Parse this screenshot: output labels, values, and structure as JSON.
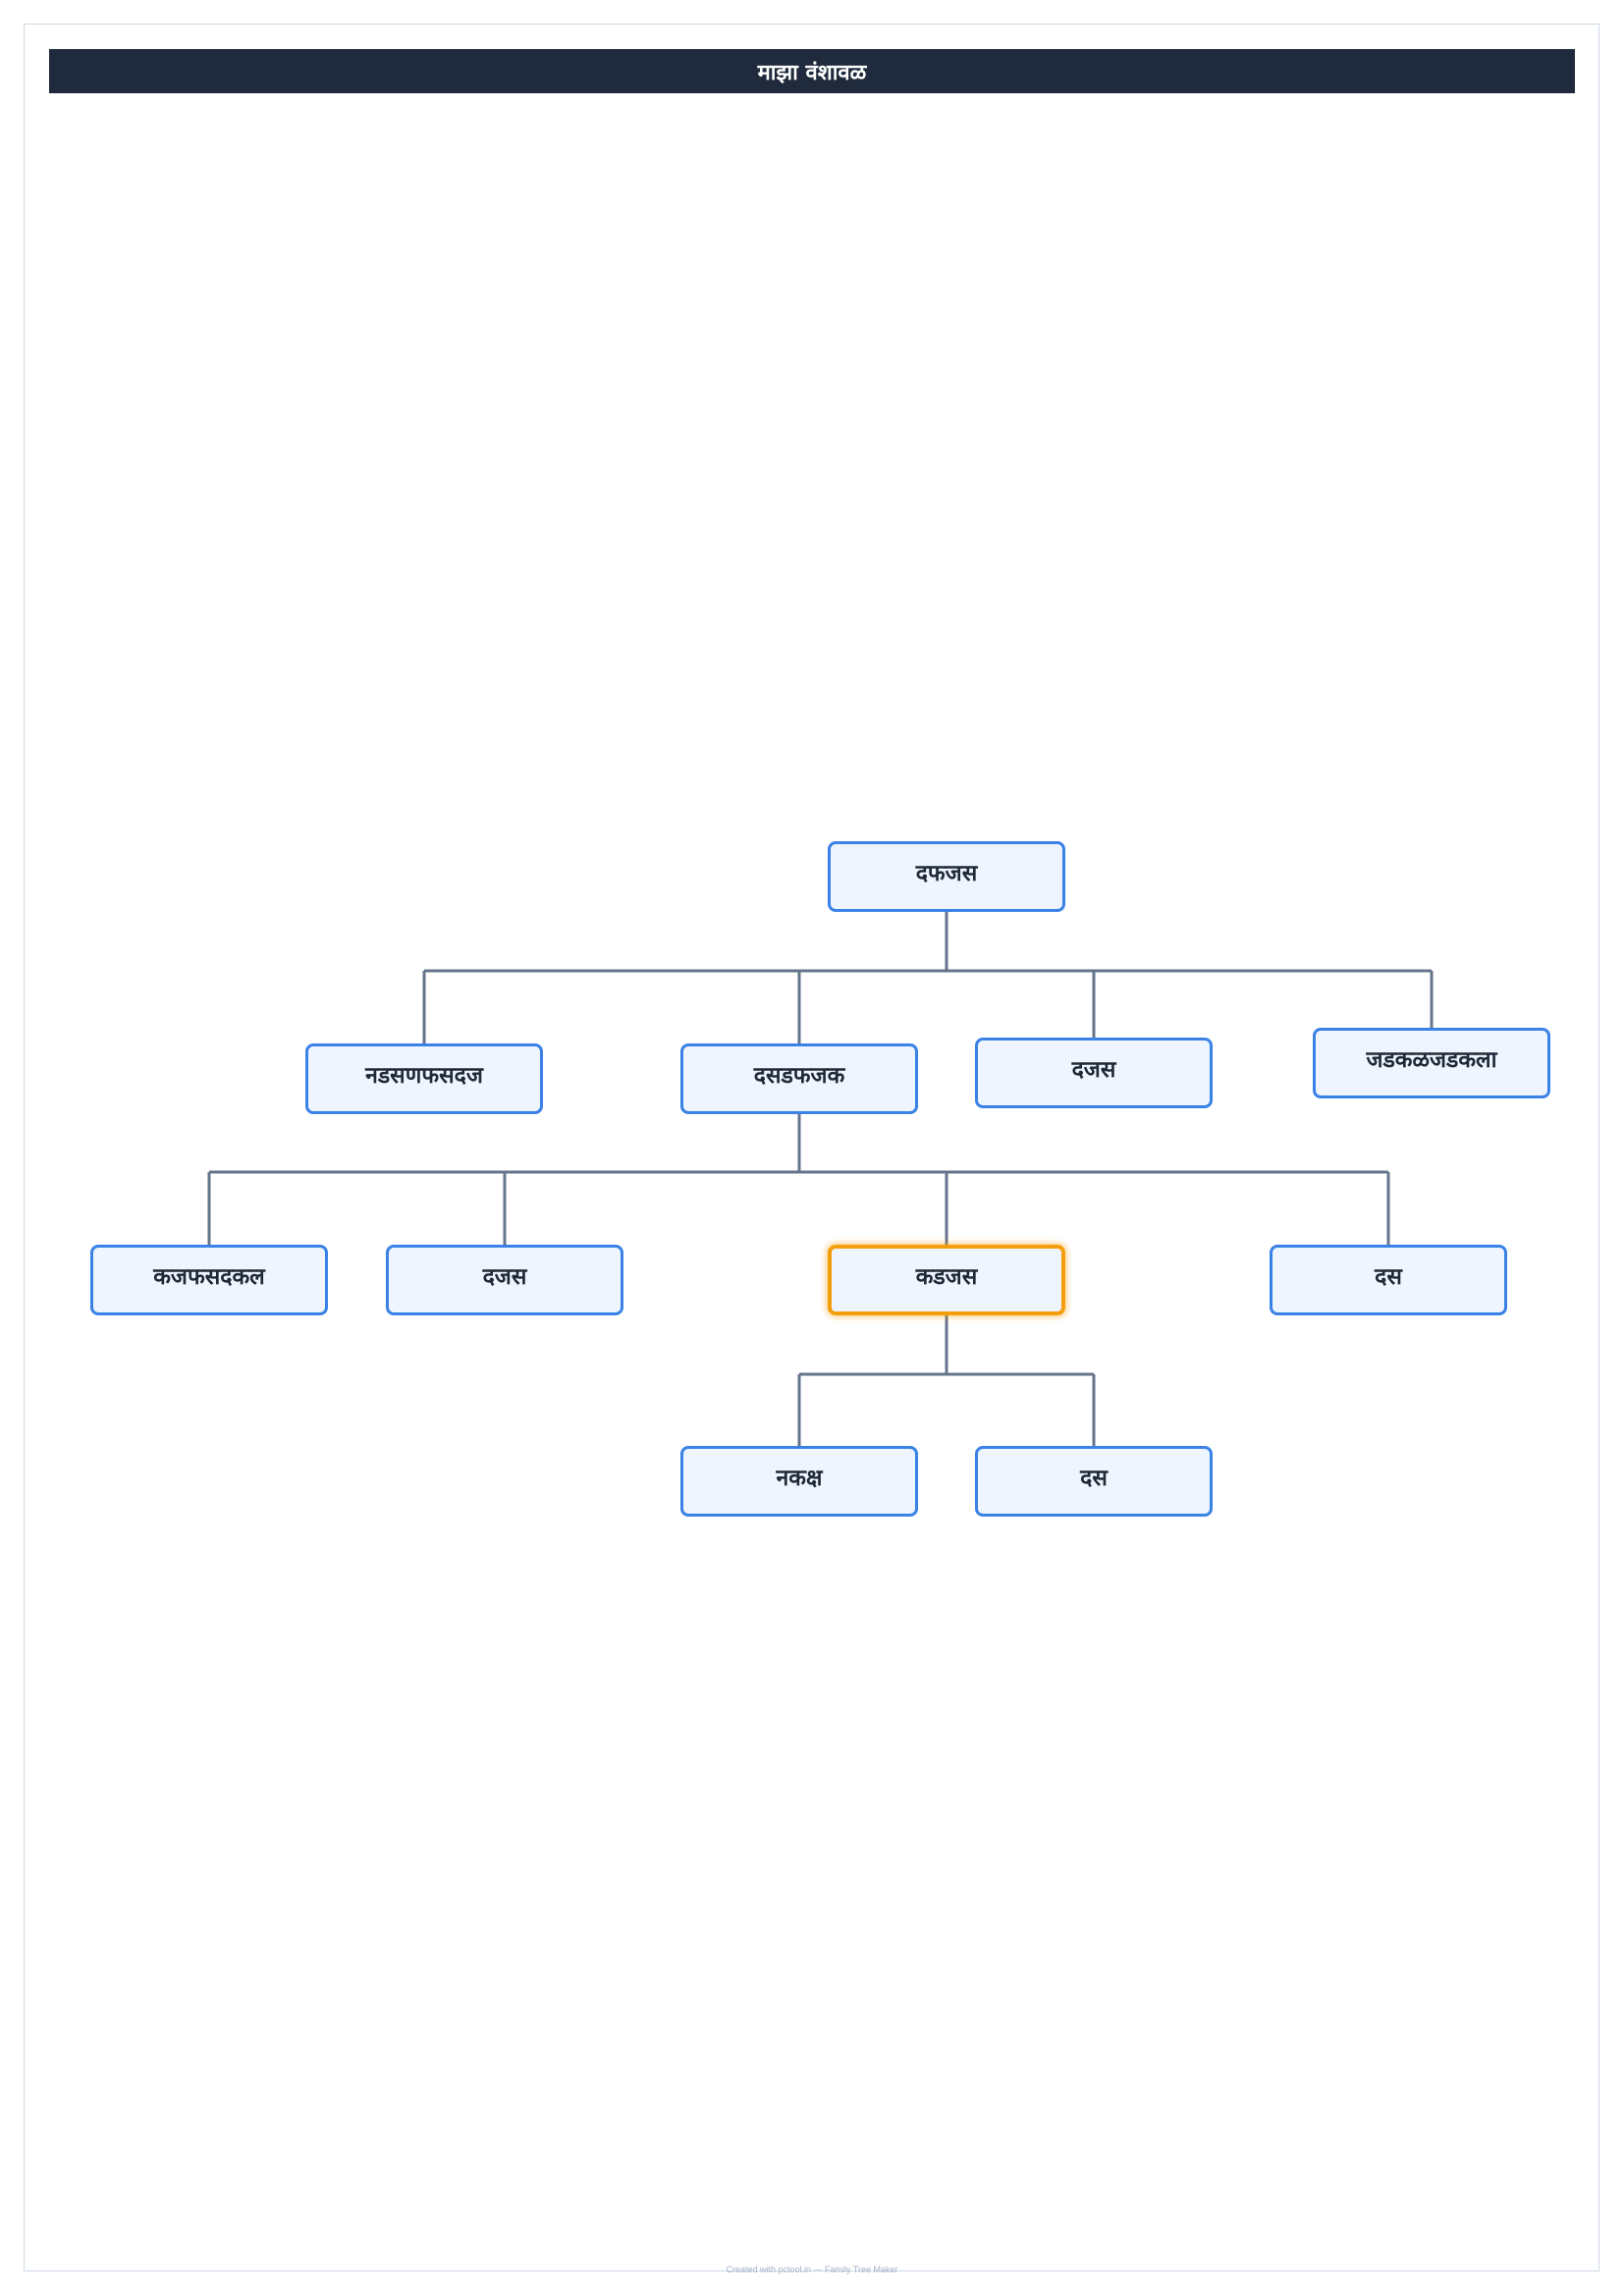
{
  "title": "माझा वंशावळ",
  "footer": "Created with pctool.in — Family Tree Maker",
  "colors": {
    "header_bg": "#1f2a3c",
    "node_border": "#3b82e6",
    "node_fill": "#eef5ff",
    "connector": "#64748b",
    "highlight_border": "#f59e0b"
  },
  "tree": {
    "root": {
      "name": "दफजस",
      "children": [
        {
          "name": "नडसणफसदज"
        },
        {
          "name": "दसडफजक",
          "children": [
            {
              "name": "कजफसदकल"
            },
            {
              "name": "दजस"
            },
            {
              "name": "कडजस",
              "highlighted": true,
              "children": [
                {
                  "name": "नकक्ष"
                },
                {
                  "name": "दस"
                }
              ]
            },
            {
              "name": "दस"
            }
          ]
        },
        {
          "name": "दजस"
        },
        {
          "name": "जडकळजडकला"
        }
      ]
    }
  }
}
